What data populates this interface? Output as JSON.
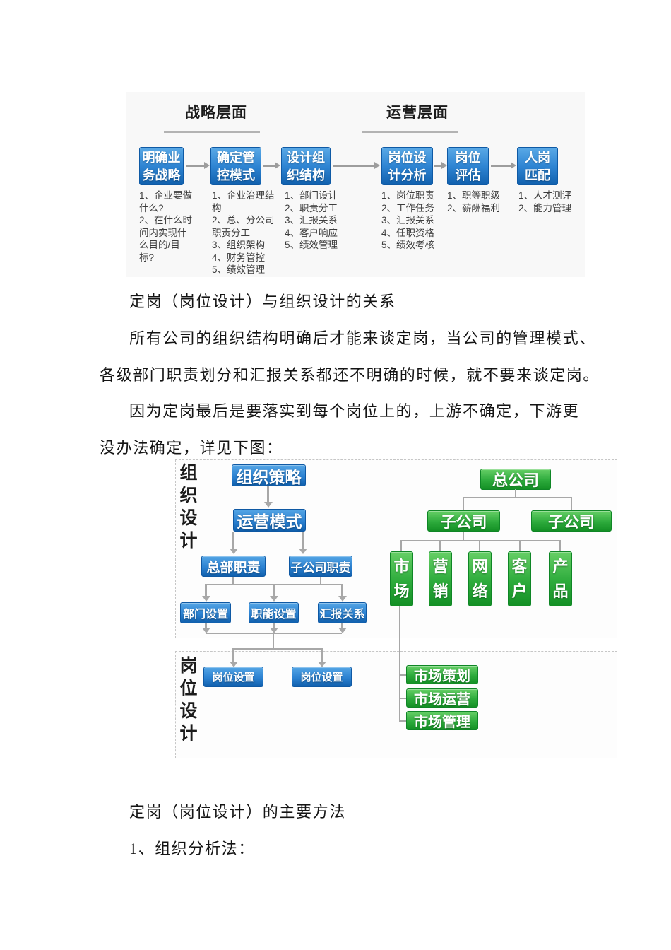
{
  "document": {
    "lines": [
      "定岗（岗位设计）与组织设计的关系",
      "所有公司的组织结构明确后才能来谈定岗，当公司的管理模式、",
      "各级部门职责划分和汇报关系都还不明确的时候，就不要来谈定岗。",
      "因为定岗最后是要落实到每个岗位上的，上游不确定，下游更",
      "没办法确定，详见下图：",
      "定岗（岗位设计）的主要方法",
      "1、组织分析法："
    ]
  },
  "diagram1": {
    "strategic_header": "战略层面",
    "operational_header": "运营层面",
    "steps": [
      {
        "line1": "明确业",
        "line2": "务战略",
        "list": [
          "1、企业要做",
          "什么?",
          "2、在什么时",
          "间内实现什",
          "么目的/目",
          "标?"
        ]
      },
      {
        "line1": "确定管",
        "line2": "控模式",
        "list": [
          "1、企业治理结",
          "构",
          "2、总、分公司",
          "职责分工",
          "3、组织架构",
          "4、财务管控",
          "5、绩效管理"
        ]
      },
      {
        "line1": "设计组",
        "line2": "织结构",
        "list": [
          "1、部门设计",
          "2、职责分工",
          "3、汇报关系",
          "4、客户响应",
          "5、绩效管理"
        ]
      },
      {
        "line1": "岗位设",
        "line2": "计分析",
        "list": [
          "1、岗位职责",
          "2、工作任务",
          "3、汇报关系",
          "4、任职资格",
          "5、绩效考核"
        ]
      },
      {
        "line1": "岗位",
        "line2": "评估",
        "list": [
          "1、职等职级",
          "2、薪酬福利"
        ]
      },
      {
        "line1": "人岗",
        "line2": "匹配",
        "list": [
          "1、人才测评",
          "2、能力管理"
        ]
      }
    ]
  },
  "diagram2": {
    "org_design_label": [
      "组",
      "织",
      "设",
      "计"
    ],
    "post_design_label": [
      "岗",
      "位",
      "设",
      "计"
    ],
    "blue": {
      "strategy": "组织策略",
      "operating": "运营模式",
      "hq": "总部职责",
      "subsidiary_duty": "子公司职责",
      "dept": "部门设置",
      "func": "职能设置",
      "report": "汇报关系",
      "post1": "岗位设置",
      "post2": "岗位设置"
    },
    "green": {
      "parent": "总公司",
      "sub1": "子公司",
      "sub2": "子公司",
      "verticals": [
        [
          "市",
          "场"
        ],
        [
          "营",
          "销"
        ],
        [
          "网",
          "络"
        ],
        [
          "客",
          "户"
        ],
        [
          "产",
          "品"
        ]
      ],
      "posts": [
        "市场策划",
        "市场运营",
        "市场管理"
      ]
    }
  },
  "colors": {
    "flow_blue": "#2f85d3",
    "org_green": "#2dab3c",
    "arrow_gray": "#9d9d9d",
    "text_black": "#141414"
  }
}
